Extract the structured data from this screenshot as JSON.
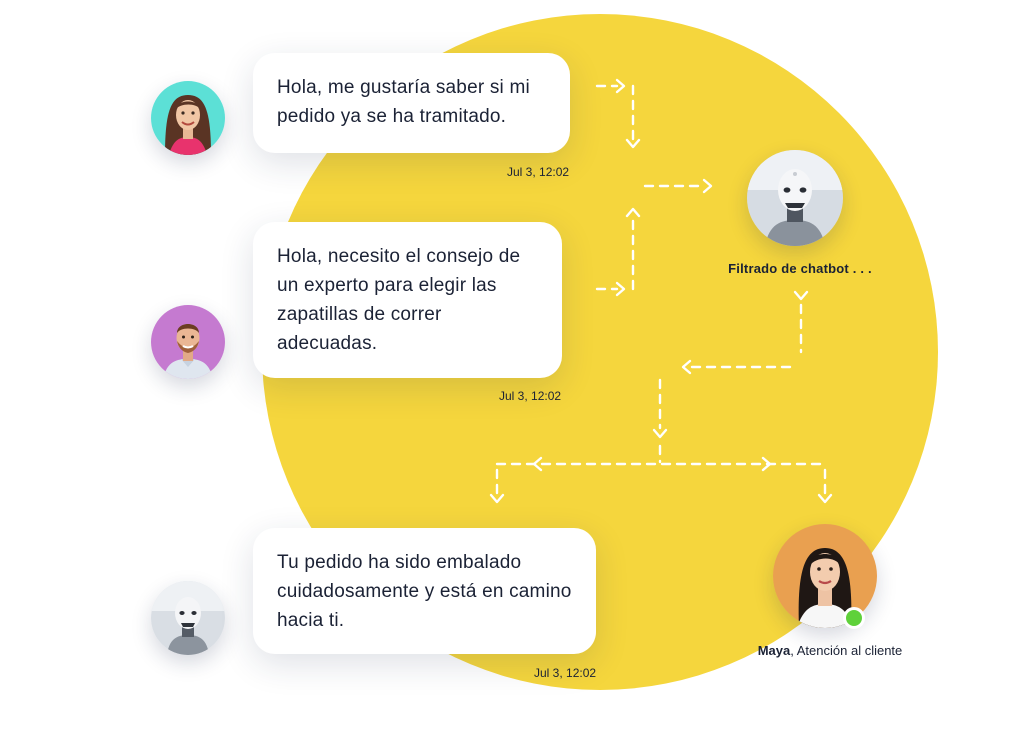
{
  "colors": {
    "accent_yellow": "#f5d63d",
    "text_dark": "#1b2235",
    "online_green": "#5fd13a",
    "avatar_teal": "#5ce0d6",
    "avatar_purple": "#c57ad0",
    "avatar_orange": "#e9a050"
  },
  "messages": [
    {
      "avatar": "woman-customer-avatar",
      "text": "Hola, me gustaría saber si mi pedido ya se ha tramitado.",
      "time": "Jul 3, 12:02"
    },
    {
      "avatar": "man-customer-avatar",
      "text": "Hola, necesito el consejo de un experto para elegir las zapatillas de correr adecuadas.",
      "time": "Jul 3, 12:02"
    },
    {
      "avatar": "robot-avatar",
      "text": "Tu pedido ha sido embalado cuidadosamente y está en camino hacia ti.",
      "time": "Jul 3, 12:02"
    }
  ],
  "chatbot": {
    "label": "Filtrado de chatbot . . ."
  },
  "agent": {
    "name": "Maya",
    "role": ", Atención al cliente",
    "status": "online"
  }
}
